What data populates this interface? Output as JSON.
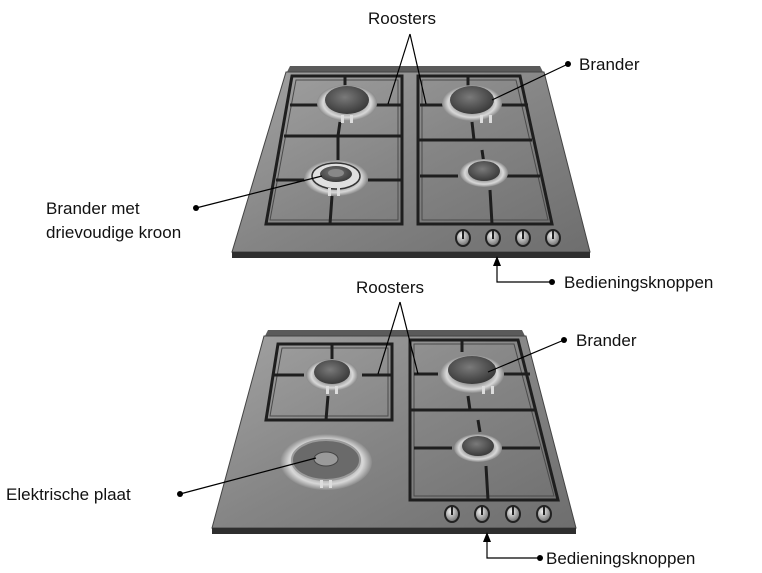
{
  "hob_top": {
    "labels": {
      "grates": "Roosters",
      "burner": "Brander",
      "triple_crown_line1": "Brander met",
      "triple_crown_line2": "drievoudige kroon",
      "controls": "Bedieningsknoppen"
    },
    "knob_count": 4
  },
  "hob_bottom": {
    "labels": {
      "grates": "Roosters",
      "burner": "Brander",
      "hotplate": "Elektrische plaat",
      "controls": "Bedieningsknoppen"
    },
    "knob_count": 4
  },
  "colors": {
    "hob_surface": "#8a8a8a",
    "hob_edge": "#3a3a3a",
    "grate": "#1e1e1e",
    "burner_cap": "#555555",
    "ring": "#c8c8c8",
    "leader": "#000000"
  }
}
